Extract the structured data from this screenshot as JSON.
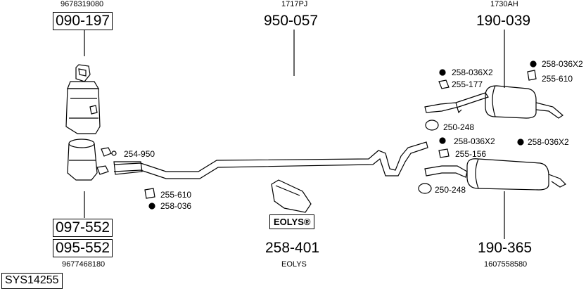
{
  "diagram": {
    "system_code": "SYS14255",
    "groups": [
      {
        "id": "cat",
        "oe_ref": "9678319080",
        "part_no": "090-197"
      },
      {
        "id": "mid",
        "oe_ref": "1717PJ",
        "part_no": "950-057"
      },
      {
        "id": "rear-upper",
        "oe_ref": "1730AH",
        "part_no": "190-039"
      },
      {
        "id": "dpf-1",
        "part_no": "097-552"
      },
      {
        "id": "dpf-2",
        "oe_ref": "9677468180",
        "part_no": "095-552"
      },
      {
        "id": "eolys",
        "oe_ref": "EOLYS",
        "part_no": "258-401",
        "badge": "EOLYS®"
      },
      {
        "id": "rear-lower",
        "oe_ref": "1607558580",
        "part_no": "190-365"
      }
    ],
    "fittings": [
      {
        "label": "254-950"
      },
      {
        "label": "255-610"
      },
      {
        "label": "258-036"
      },
      {
        "label": "258-036X2"
      },
      {
        "label": "258-036X2"
      },
      {
        "label": "255-177"
      },
      {
        "label": "255-610"
      },
      {
        "label": "250-248"
      },
      {
        "label": "258-036X2"
      },
      {
        "label": "258-036X2"
      },
      {
        "label": "255-156"
      },
      {
        "label": "250-248"
      }
    ]
  }
}
